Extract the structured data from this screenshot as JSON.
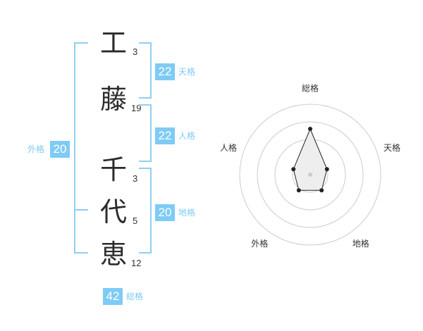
{
  "name": {
    "characters": [
      {
        "char": "工",
        "strokes": "3"
      },
      {
        "char": "藤",
        "strokes": "19"
      },
      {
        "char": "千",
        "strokes": "3"
      },
      {
        "char": "代",
        "strokes": "5"
      },
      {
        "char": "恵",
        "strokes": "12"
      }
    ]
  },
  "kakusu": {
    "tenkaku": {
      "value": "22",
      "label": "天格"
    },
    "jinkaku": {
      "value": "22",
      "label": "人格"
    },
    "chikaku": {
      "value": "20",
      "label": "地格"
    },
    "gaikaku": {
      "value": "20",
      "label": "外格"
    },
    "soukaku": {
      "value": "42",
      "label": "総格"
    }
  },
  "radar": {
    "labels": {
      "soukaku": "総格",
      "tenkaku": "天格",
      "chikaku": "地格",
      "gaikaku": "外格",
      "jinkaku": "人格"
    },
    "order": [
      "soukaku",
      "tenkaku",
      "chikaku",
      "gaikaku",
      "jinkaku"
    ],
    "max": 4,
    "values": {
      "soukaku": 2.6,
      "tenkaku": 1.0,
      "chikaku": 1.1,
      "gaikaku": 1.1,
      "jinkaku": 1.0
    },
    "colors": {
      "fill": "#eeeeee",
      "stroke": "#222222",
      "ring": "#cccccc",
      "center": "#cccccc"
    }
  }
}
